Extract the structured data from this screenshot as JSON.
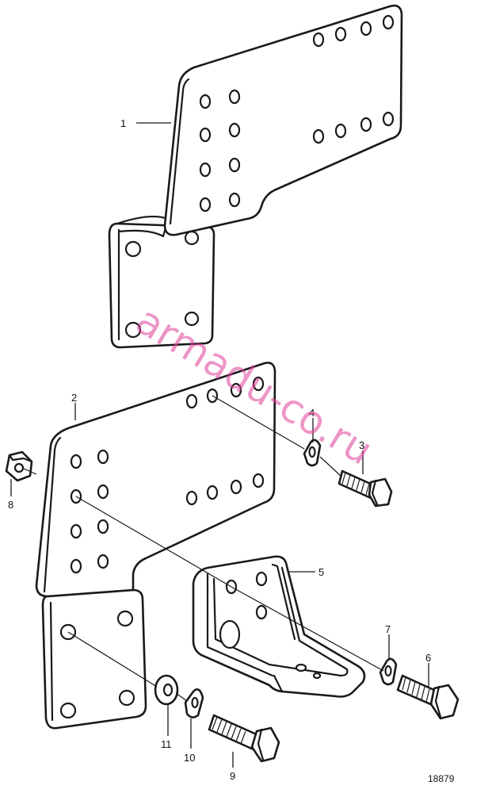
{
  "callouts": [
    {
      "id": "1",
      "label": "1"
    },
    {
      "id": "2",
      "label": "2"
    },
    {
      "id": "3",
      "label": "3"
    },
    {
      "id": "4",
      "label": "4"
    },
    {
      "id": "5",
      "label": "5"
    },
    {
      "id": "6",
      "label": "6"
    },
    {
      "id": "7",
      "label": "7"
    },
    {
      "id": "8",
      "label": "8"
    },
    {
      "id": "9",
      "label": "9"
    },
    {
      "id": "10",
      "label": "10"
    },
    {
      "id": "11",
      "label": "11"
    }
  ],
  "figure_number": "18879",
  "watermark": "armadu-co.ru",
  "colors": {
    "line": "#1a1a1a",
    "watermark": "#e0409a",
    "background": "#ffffff"
  }
}
